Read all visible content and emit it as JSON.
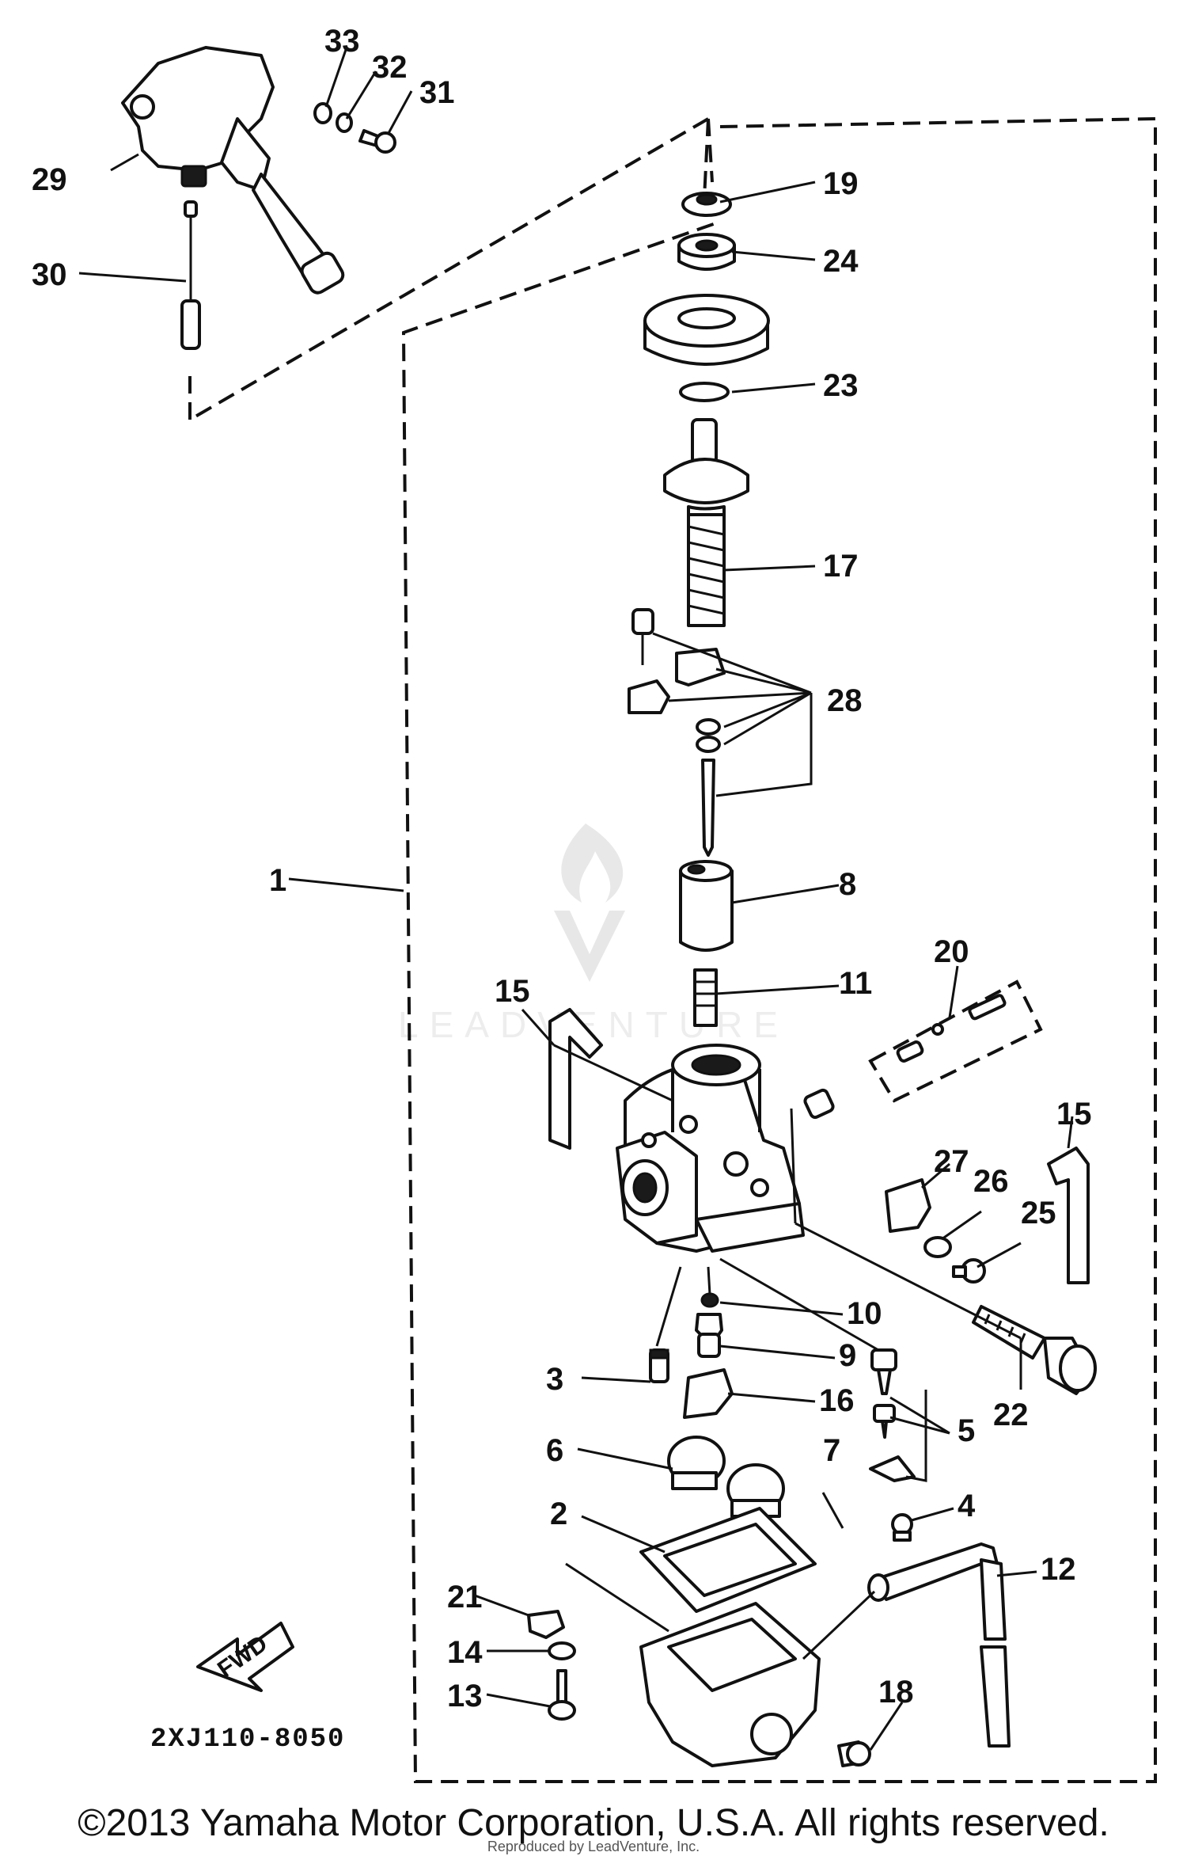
{
  "diagram_code": "2XJ110-8050",
  "fwd_label": "FWD",
  "watermark": "LEADVENTURE",
  "copyright": "©2013 Yamaha Motor Corporation, U.S.A. All rights reserved.",
  "reproduced_by": "Reproduced by LeadVenture, Inc.",
  "callouts": {
    "c1": "1",
    "c2": "2",
    "c3": "3",
    "c4": "4",
    "c5": "5",
    "c6": "6",
    "c7": "7",
    "c8": "8",
    "c9": "9",
    "c10": "10",
    "c11": "11",
    "c12": "12",
    "c13": "13",
    "c14": "14",
    "c15a": "15",
    "c15b": "15",
    "c16": "16",
    "c17": "17",
    "c18": "18",
    "c19": "19",
    "c20": "20",
    "c21": "21",
    "c22": "22",
    "c23": "23",
    "c24": "24",
    "c25": "25",
    "c26": "26",
    "c27": "27",
    "c28": "28",
    "c29": "29",
    "c30": "30",
    "c31": "31",
    "c32": "32",
    "c33": "33"
  },
  "colors": {
    "ink": "#111111",
    "paper": "#ffffff",
    "watermark": "#cfcfcf"
  }
}
